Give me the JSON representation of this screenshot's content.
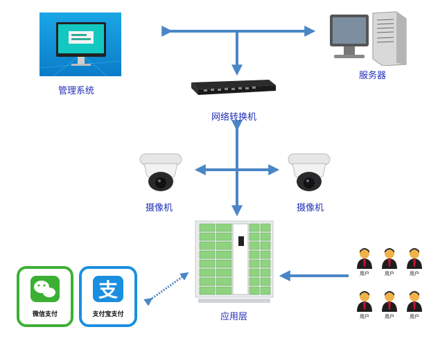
{
  "nodes": {
    "management": {
      "label": "管理系统"
    },
    "server": {
      "label": "服务器"
    },
    "network_switch": {
      "label": "网络转换机"
    },
    "camera_left": {
      "label": "摄像机"
    },
    "camera_right": {
      "label": "摄像机"
    },
    "application_layer": {
      "label": "应用层"
    },
    "users": {
      "label": "用户",
      "count": 6
    },
    "payments": [
      {
        "label": "微信支付",
        "color": "#3cb034"
      },
      {
        "label": "支付宝支付",
        "color": "#1a8fe0"
      }
    ]
  },
  "colors": {
    "arrow": "#4a86c5",
    "label": "#1f2db8"
  }
}
